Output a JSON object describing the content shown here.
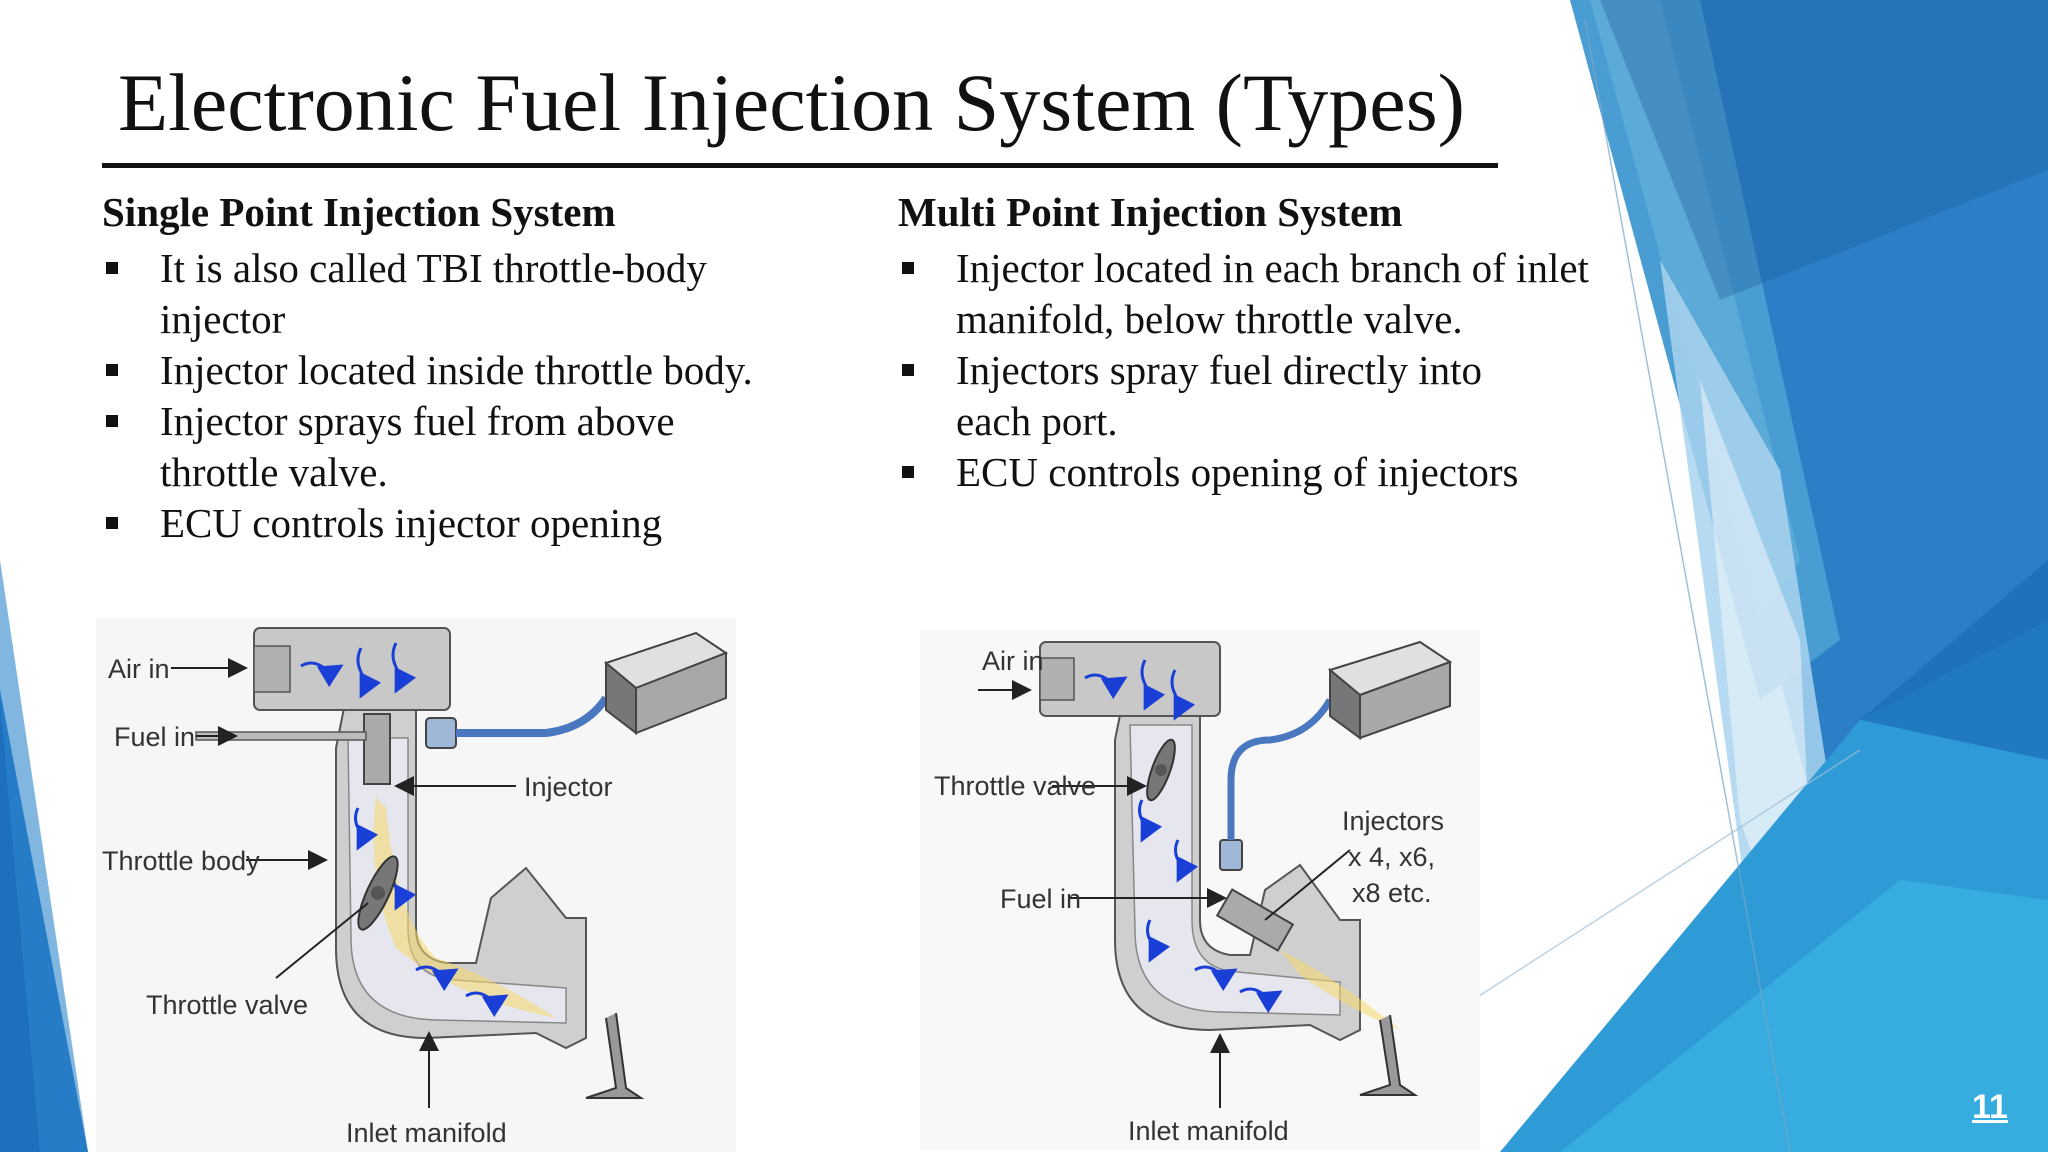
{
  "slide": {
    "title": "Electronic Fuel Injection System (Types)",
    "page_number": "11",
    "colors": {
      "accent_dark": "#1f6fbf",
      "accent_mid": "#3aa0d8",
      "accent_light": "#a9d3ef"
    }
  },
  "left": {
    "heading": "Single Point Injection System",
    "bullets": [
      "It is also called TBI throttle-body injector",
      "Injector located inside throttle body.",
      "Injector sprays fuel from above throttle valve.",
      "ECU controls injector opening"
    ],
    "diagram_labels": {
      "air_in": "Air in",
      "fuel_in": "Fuel in",
      "injector": "Injector",
      "throttle_body": "Throttle body",
      "throttle_valve": "Throttle valve",
      "inlet_manifold": "Inlet manifold"
    }
  },
  "right": {
    "heading": "Multi Point Injection System",
    "bullets": [
      "Injector located in each branch of inlet manifold, below throttle valve.",
      "Injectors spray fuel directly into each port.",
      "ECU controls opening of injectors"
    ],
    "diagram_labels": {
      "air_in": "Air in",
      "throttle_valve": "Throttle valve",
      "fuel_in": "Fuel in",
      "injectors_line1": "Injectors",
      "injectors_line2": "x 4, x6,",
      "injectors_line3": "x8 etc.",
      "inlet_manifold": "Inlet manifold"
    }
  }
}
